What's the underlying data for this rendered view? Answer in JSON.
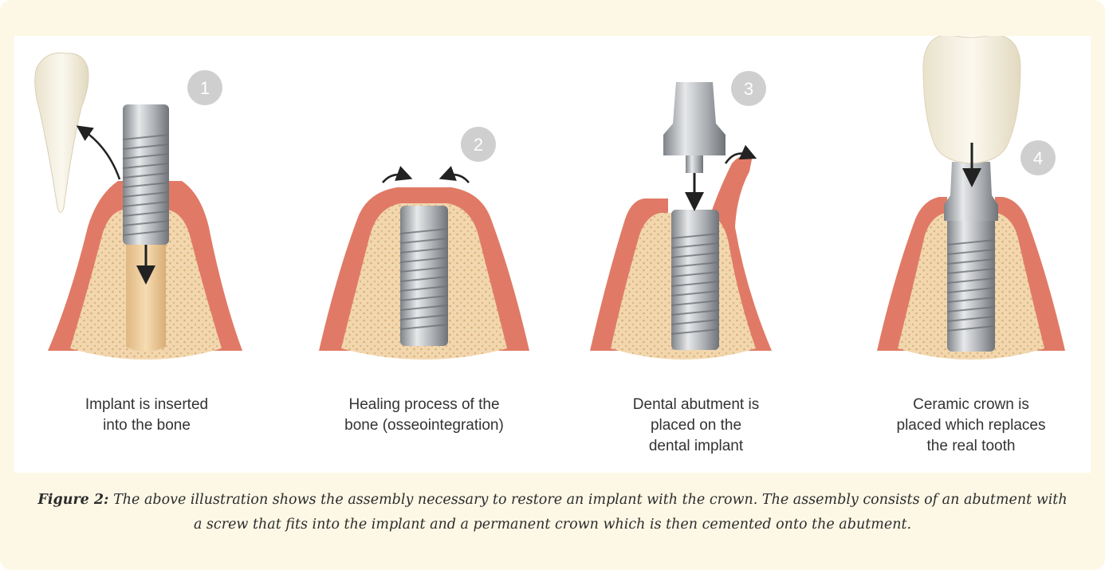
{
  "steps": [
    {
      "number": "1",
      "caption": "Implant is inserted\ninto the bone"
    },
    {
      "number": "2",
      "caption": "Healing process of the\nbone (osseointegration)"
    },
    {
      "number": "3",
      "caption": "Dental abutment is\nplaced on the\ndental implant"
    },
    {
      "number": "4",
      "caption": "Ceramic crown is\nplaced which replaces\nthe real tooth"
    }
  ],
  "figure": {
    "label": "Figure 2:",
    "text": " The above illustration shows the assembly necessary to restore an implant with the crown. The assembly consists of an abutment with a screw that fits into the implant and a permanent crown which is then cemented onto the abutment."
  },
  "colors": {
    "gum": "#e07a66",
    "gum_dark": "#c65a48",
    "bone": "#f2d7ae",
    "bone_dots": "#d9b07a",
    "metal": "#b9bcc0",
    "metal_dark": "#7f8388",
    "tooth": "#f4efe0",
    "badge": "#cfcfcf"
  }
}
